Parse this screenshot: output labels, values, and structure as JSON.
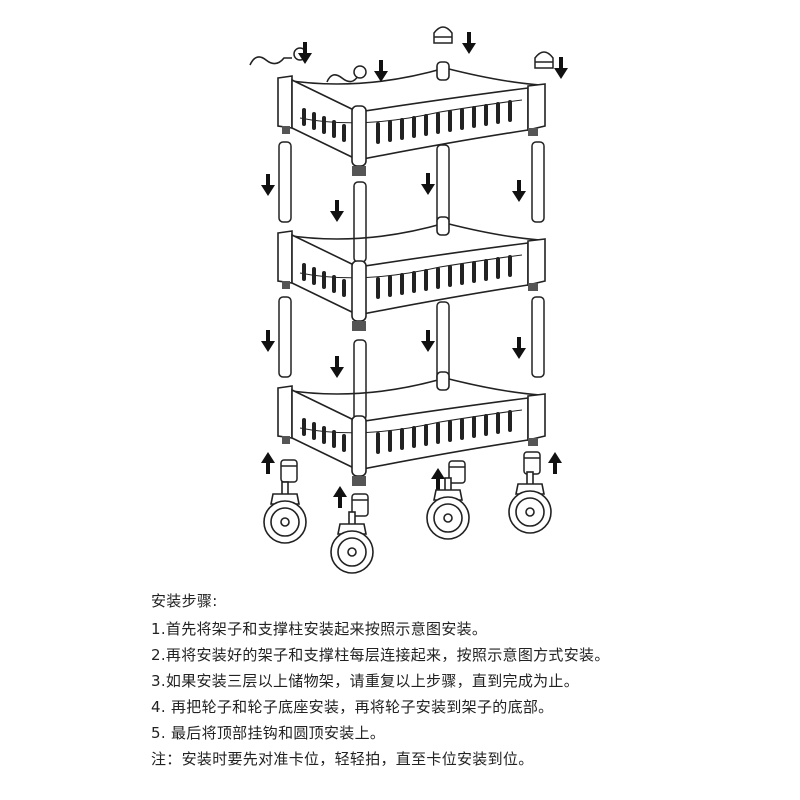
{
  "instructions": {
    "heading": "安装步骤:",
    "steps": [
      "1.首先将架子和支撑柱安装起来按照示意图安装。",
      "2.再将安装好的架子和支撑柱每层连接起来，按照示意图方式安装。",
      "3.如果安装三层以上储物架，请重复以上步骤，直到完成为止。",
      "4. 再把轮子和轮子底座安装，再将轮子安装到架子的底部。",
      "5. 最后将顶部挂钩和圆顶安装上。"
    ],
    "note": "注：安装时要先对准卡位，轻轻拍，直至卡位安装到位。"
  },
  "diagram": {
    "shelf_tiers": 3,
    "wheels": 4,
    "hooks": 2,
    "top_caps": 2
  }
}
